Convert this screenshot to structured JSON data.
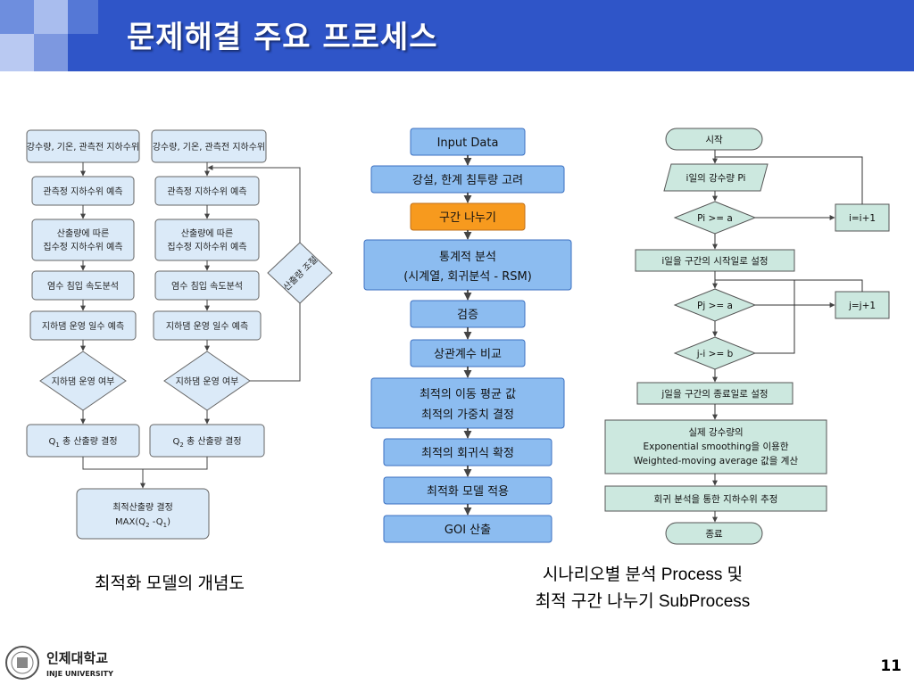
{
  "slide": {
    "title": "문제해결 주요 프로세스",
    "page_number": "11"
  },
  "left_diagram": {
    "caption": "최적화 모델의 개념도",
    "col1": [
      "강수량, 기온, 관측전 지하수위",
      "관측정 지하수위 예측",
      "산출량에 따른",
      "집수정 지하수위 예측",
      "염수 침입 속도분석",
      "지하댐 운영 일수 예측",
      "지하댐 운영 여부",
      "Q",
      "1",
      " 총 산출량 결정"
    ],
    "col2": [
      "강수량, 기온, 관측전 지하수위",
      "관측정 지하수위 예측",
      "산출량에 따른",
      "집수정 지하수위 예측",
      "염수 침입 속도분석",
      "지하댐 운영 일수 예측",
      "지하댐 운영 여부",
      "Q",
      "2",
      " 총 산출량 결정"
    ],
    "adjust": "산출량 조절",
    "final_1": "최적산출량 결정",
    "final_2a": "MAX(Q",
    "final_2b": "2",
    "final_2c": " -Q",
    "final_2d": "1",
    "final_2e": ")"
  },
  "middle_diagram": {
    "steps": [
      "Input Data",
      "강설, 한계 침투량 고려",
      "구간 나누기",
      "통계적 분석",
      "(시계열, 회귀분석 - RSM)",
      "검증",
      "상관계수 비교",
      "최적의 이동 평균 값",
      "최적의 가중치 결정",
      "최적의 회귀식 확정",
      "최적화 모델 적용",
      "GOI 산출"
    ]
  },
  "right_diagram": {
    "caption_line1": "시나리오별 분석 Process 및",
    "caption_line2": "최적 구간 나누기 SubProcess",
    "start": "시작",
    "input": "i일의 강수량 Pi",
    "cond1": "Pi >= a",
    "inc_i": "i=i+1",
    "set_start": "i일을 구간의 시작일로 설정",
    "cond2": "Pj >= a",
    "inc_j": "j=j+1",
    "cond3": "j-i >= b",
    "set_end": "j일을 구간의 종료일로 설정",
    "calc1": "실제 강수량의",
    "calc2": "Exponential smoothing을 이용한",
    "calc3": "Weighted-moving average 값을 계산",
    "estimate": "회귀 분석을 통한 지하수위 추정",
    "end": "종료"
  },
  "logo": {
    "name_ko": "인제대학교",
    "name_en": "INJE UNIVERSITY"
  },
  "colors": {
    "header": "#2f55c8",
    "step_fill": "#8cbcf0",
    "step_highlight": "#f79a1e",
    "flow_fill": "#cce8df",
    "box_fill": "#dbeaf8"
  }
}
